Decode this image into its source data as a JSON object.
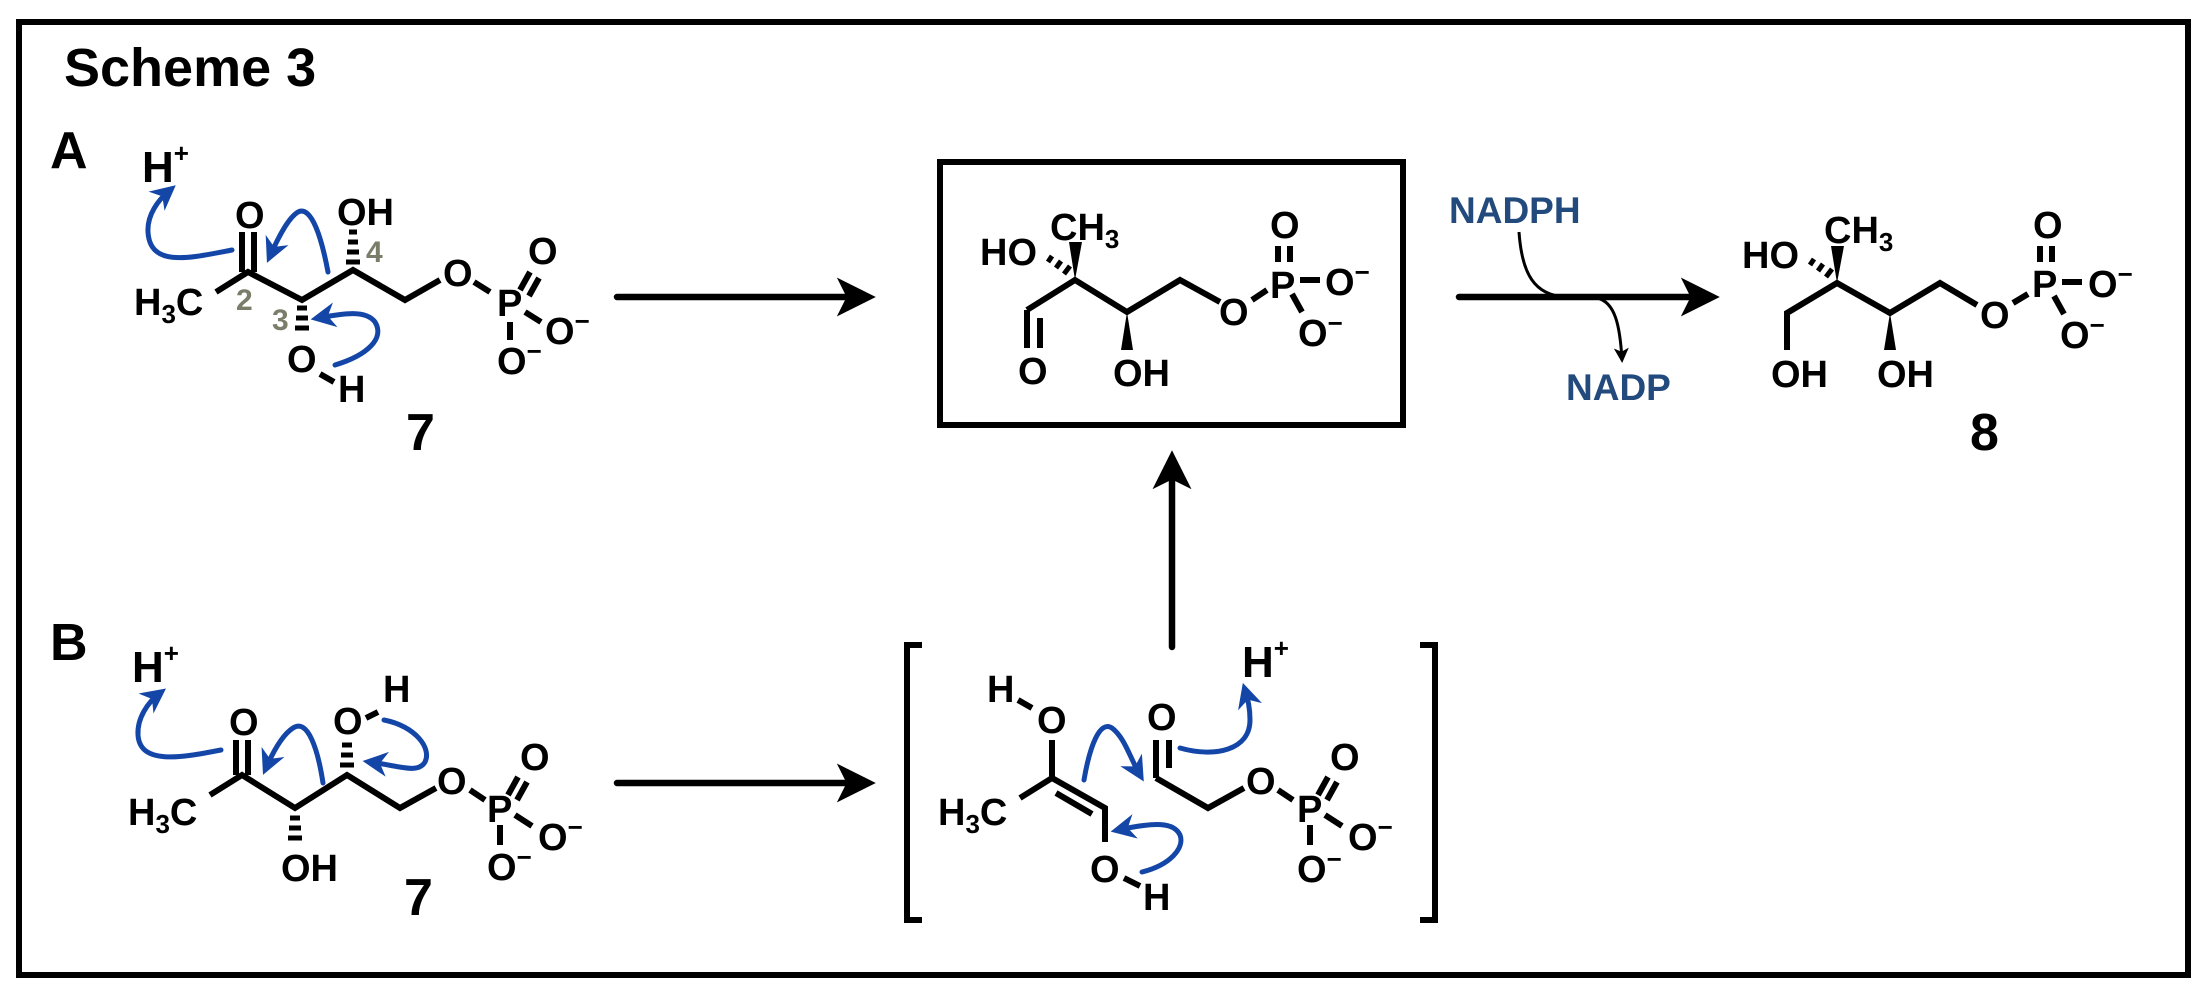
{
  "title": "Scheme 3",
  "panels": {
    "a": {
      "label": "A"
    },
    "b": {
      "label": "B"
    }
  },
  "compounds": {
    "c7": "7",
    "c8": "8"
  },
  "reagents": {
    "cofactor_in": "NADPH",
    "cofactor_out": "NADP"
  },
  "atoms": {
    "O": "O",
    "H": "H",
    "P": "P",
    "C": "C",
    "OH": "OH",
    "HO": "HO",
    "H3C_H": "H",
    "H3C_3": "3",
    "CH3_CH": "CH",
    "CH3_3": "3",
    "plus": "+",
    "minus": "−"
  },
  "carbon_numbers": {
    "c2": "2",
    "c3": "3",
    "c4": "4"
  },
  "colors": {
    "electron_arrow": "#1446a8",
    "reagent_text": "#234a7d",
    "carbon_number": "#7a7d69"
  }
}
